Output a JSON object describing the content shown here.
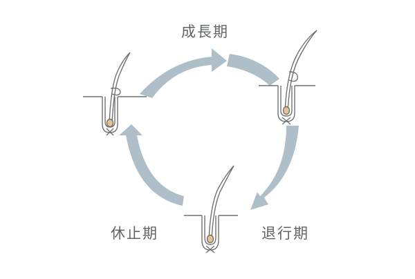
{
  "diagram": {
    "phases": {
      "growth": "成長期",
      "catagen": "退行期",
      "telogen": "休止期"
    },
    "colors": {
      "arrow": "#aebfca",
      "line": "#707070",
      "bulb": "#e7c48f"
    },
    "icons": [
      "hair-follicle-icon",
      "cycle-arrow-icon"
    ]
  }
}
